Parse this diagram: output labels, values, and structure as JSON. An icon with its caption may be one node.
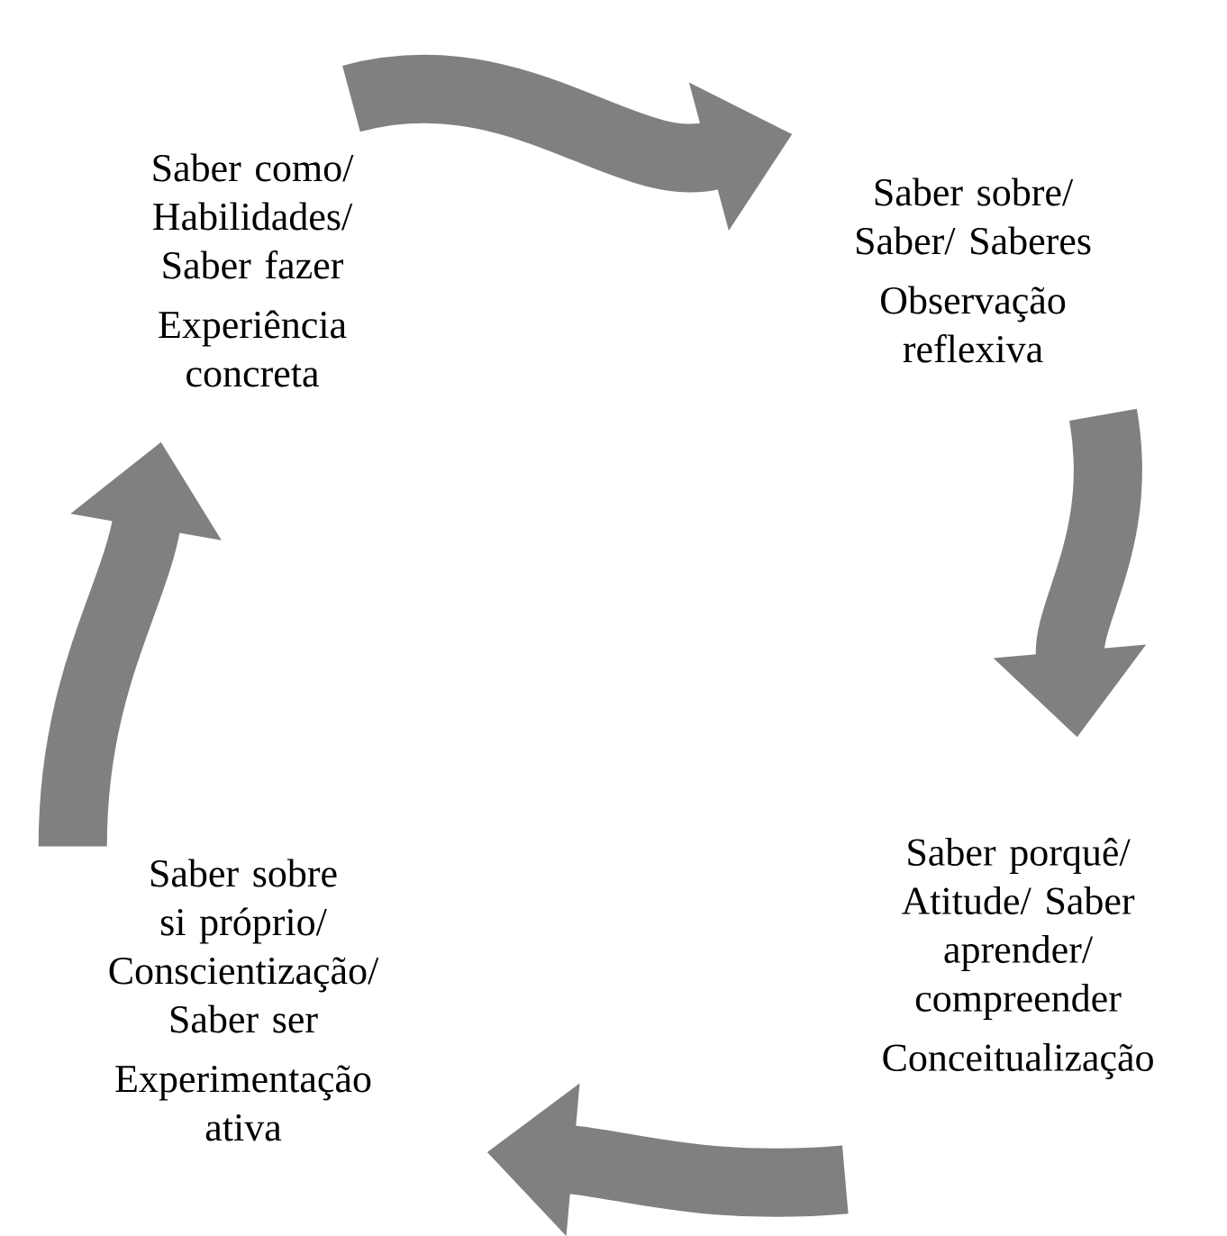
{
  "diagram": {
    "nodes": [
      {
        "text": [
          "Saber como/ Habilidades/ Saber fazer",
          "Experiência concreta"
        ]
      },
      {
        "text": [
          "Saber sobre/ Saber/ Saberes",
          "Observação reflexiva"
        ]
      },
      {
        "text": [
          "Saber porquê/ Atitude/ Saber aprender/ compreender",
          "Conceitualização"
        ]
      },
      {
        "text": [
          "Saber sobre si próprio/ Conscientização/ Saber ser",
          "Experimentação ativa"
        ]
      }
    ],
    "edges": [
      {
        "from": 0,
        "to": 1,
        "arrow": "to"
      },
      {
        "from": 1,
        "to": 2,
        "arrow": "to"
      },
      {
        "from": 2,
        "to": 3,
        "arrow": "to"
      },
      {
        "from": 3,
        "to": 0,
        "arrow": "to"
      }
    ]
  }
}
